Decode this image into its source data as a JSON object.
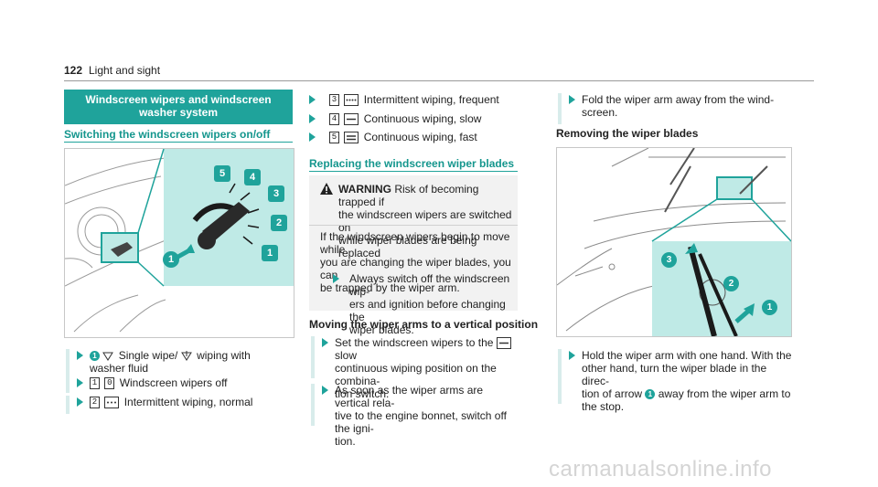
{
  "header": {
    "page_number": "122",
    "section": "Light and sight"
  },
  "left": {
    "banner": "Windscreen wipers and windscreen washer system",
    "subheading": "Switching the windscreen wipers on/off",
    "figure_callouts": [
      "5",
      "4",
      "3",
      "2",
      "1",
      "1"
    ],
    "steps": [
      {
        "line1": "Single wipe/",
        "line1b": "wiping with",
        "line2": "washer fluid",
        "badge": "1"
      },
      {
        "keys": [
          "1",
          "0"
        ],
        "text": "Windscreen wipers off"
      },
      {
        "keys": [
          "2"
        ],
        "text": "Intermittent wiping, normal"
      }
    ]
  },
  "middle": {
    "steps": [
      {
        "key": "3",
        "text": "Intermittent wiping, frequent"
      },
      {
        "key": "4",
        "text": "Continuous wiping, slow"
      },
      {
        "key": "5",
        "text": "Continuous wiping, fast"
      }
    ],
    "subheading": "Replacing the windscreen wiper blades",
    "warning": {
      "label": "WARNING",
      "title_rest": "Risk of becoming trapped if",
      "title_l2": "the windscreen wipers are switched on",
      "title_l3": "while wiper blades are being replaced",
      "body_l1": "If the windscreen wipers begin to move while",
      "body_l2": "you are changing the wiper blades, you can",
      "body_l3": "be trapped by the wiper arm.",
      "step_l1": "Always switch off the windscreen wip-",
      "step_l2": "ers and ignition before changing the",
      "step_l3": "wiper blades."
    },
    "section2_heading": "Moving the wiper arms to a vertical position",
    "steps2": [
      {
        "l1a": "Set the windscreen wipers to the",
        "l1b": "slow",
        "l2": "continuous wiping position on the combina-",
        "l3": "tion switch."
      },
      {
        "l1": "As soon as the wiper arms are vertical rela-",
        "l2": "tive to the engine bonnet, switch off the igni-",
        "l3": "tion."
      }
    ]
  },
  "right": {
    "step1_l1": "Fold the wiper arm away from the wind-",
    "step1_l2": "screen.",
    "subheading": "Removing the wiper blades",
    "figure_callouts": [
      "3",
      "2",
      "1"
    ],
    "step2_l1": "Hold the wiper arm with one hand. With the",
    "step2_l2": "other hand, turn the wiper blade in the direc-",
    "step2_l3a": "tion of arrow",
    "step2_badge": "1",
    "step2_l3b": "away from the wiper arm to",
    "step2_l4": "the stop."
  },
  "footer": {
    "watermark": "carmanualsonline.info"
  },
  "colors": {
    "accent": "#1fa39b",
    "panel": "#bfeae6",
    "warning_bg": "#f2f2f2"
  }
}
